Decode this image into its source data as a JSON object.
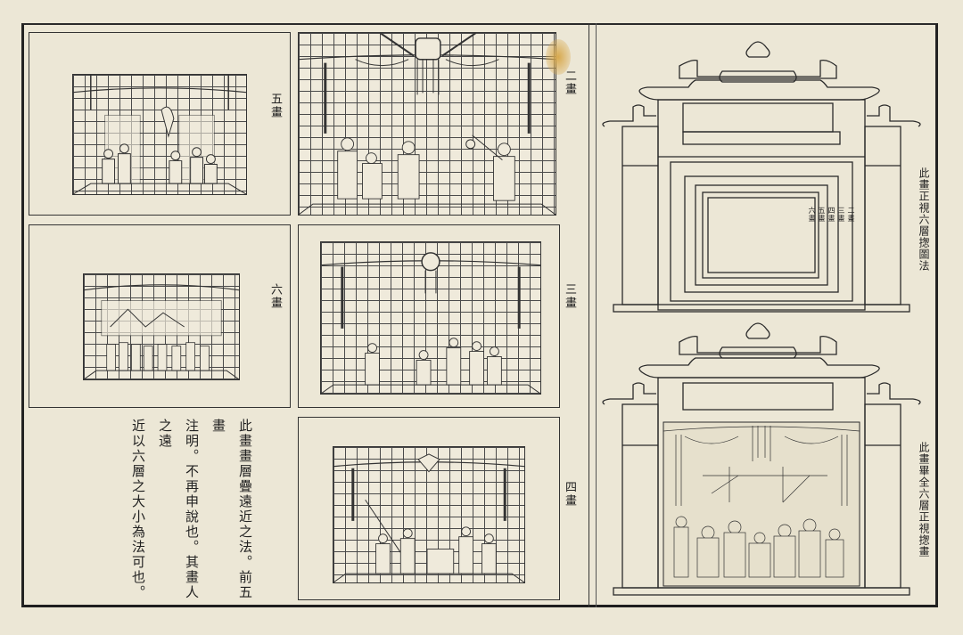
{
  "page": {
    "paper_color": "#ece7d6",
    "ink_color": "#222222"
  },
  "left_panels": [
    {
      "id": "panel-5",
      "label": "五畫",
      "scene": "fifth-layer-stage-scene"
    },
    {
      "id": "panel-6",
      "label": "六畫",
      "scene": "sixth-layer-stage-scene"
    }
  ],
  "center_panels": [
    {
      "id": "panel-2",
      "label": "二畫",
      "scene": "second-layer-stage-scene"
    },
    {
      "id": "panel-3",
      "label": "三畫",
      "scene": "third-layer-stage-scene"
    },
    {
      "id": "panel-4",
      "label": "四畫",
      "scene": "fourth-layer-stage-scene"
    }
  ],
  "note": {
    "columns": [
      "此畫畫層疊遠近之法。前五畫",
      "注明。不再申說也。其畫人之遠",
      "近以六層之大小為法可也。"
    ]
  },
  "right_top": {
    "caption": "此畫正視六層揔圖法",
    "layer_labels": [
      "二畫",
      "三畫",
      "四畫",
      "五畫",
      "六畫"
    ]
  },
  "right_bottom": {
    "caption": "此畫畢全六層正視揔畫"
  }
}
